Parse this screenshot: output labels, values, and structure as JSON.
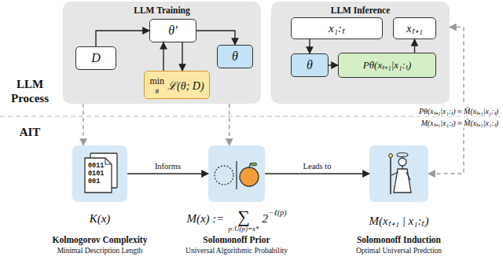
{
  "diagram": {
    "nodes": [
      {
        "text": [
          "LLM Training"
        ]
      },
      {
        "text": [
          "D"
        ],
        "in": 0
      },
      {
        "text": [
          "θ′"
        ],
        "in": 0
      },
      {
        "text": [
          "θ"
        ],
        "in": 0
      },
      {
        "text": [
          "min",
          "θ",
          "ℒ(θ; D)"
        ],
        "in": 0
      },
      {
        "text": [
          "LLM Inference"
        ]
      },
      {
        "text": [
          "x₁:ₜ"
        ],
        "in": 5
      },
      {
        "text": [
          "xₜ₊₁"
        ],
        "in": 5
      },
      {
        "text": [
          "θ"
        ],
        "in": 5
      },
      {
        "text": [
          "Pθ(xₜ₊₁|x₁:ₜ)"
        ],
        "in": 5
      },
      {
        "text": [
          "K(x)",
          "Kolmogorov Complexity",
          "Minimal Description Length"
        ]
      },
      {
        "text": [
          "M(x) :=",
          "∑",
          "p:U(p)=x*",
          "2",
          "−ℓ(p)",
          "Solomonoff Prior",
          "Universal Algorithmic Probability"
        ]
      },
      {
        "text": [
          "M(xₜ₊₁ | x₁:ₜ)",
          "Solomonoff Induction",
          "Optimal Universal Predction"
        ]
      }
    ],
    "edges": [
      {
        "from": 1,
        "to": 2,
        "arrow": "to"
      },
      {
        "from": 2,
        "to": 3,
        "arrow": "to"
      },
      {
        "from": 4,
        "to": 2,
        "arrow": "to"
      },
      {
        "from": 2,
        "to": 4,
        "arrow": "to"
      },
      {
        "from": 6,
        "to": 8,
        "arrow": "to"
      },
      {
        "from": 8,
        "to": 9,
        "arrow": "to"
      },
      {
        "from": 9,
        "to": 7,
        "arrow": "to"
      },
      {
        "from": 10,
        "to": 11,
        "label": "Informs",
        "arrow": "to"
      },
      {
        "from": 11,
        "to": 12,
        "label": "Leads to",
        "arrow": "to"
      },
      {
        "from": 0,
        "to": 10,
        "arrow": "to"
      },
      {
        "from": 0,
        "to": 11,
        "arrow": "to"
      },
      {
        "from": 5,
        "to": 12,
        "arrow": "both"
      }
    ],
    "labels": [
      "LLM Process",
      "AIT",
      "Pθ(xₜ₊₁|x₁:ₜ) ≈ M̄(xₜ₊₁|x₁:ₜ)",
      "M(xₜ₊₁|x₁:ₜ) ≈ M̄(xₜ₊₁|x₁:ₜ)",
      "0011",
      "0101",
      "001"
    ]
  }
}
